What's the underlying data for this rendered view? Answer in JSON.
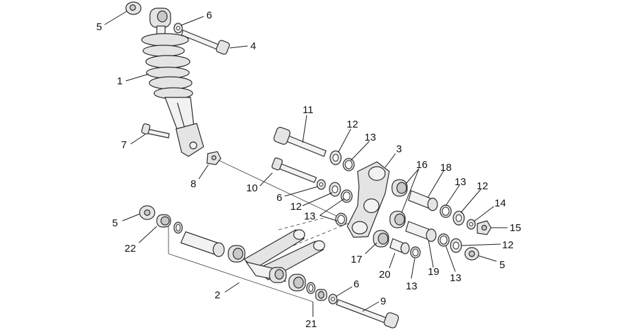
{
  "callouts": {
    "c1": "1",
    "c2": "2",
    "c3": "3",
    "c4": "4",
    "c5a": "5",
    "c5b": "5",
    "c5c": "5",
    "c6a": "6",
    "c6b": "6",
    "c6c": "6",
    "c7": "7",
    "c8": "8",
    "c9": "9",
    "c10": "10",
    "c11": "11",
    "c12a": "12",
    "c12b": "12",
    "c12c": "12",
    "c12d": "12",
    "c13a": "13",
    "c13b": "13",
    "c13c": "13",
    "c13d": "13",
    "c13e": "13",
    "c14": "14",
    "c15": "15",
    "c16": "16",
    "c17": "17",
    "c18": "18",
    "c19": "19",
    "c20": "20",
    "c21": "21",
    "c22": "22"
  }
}
